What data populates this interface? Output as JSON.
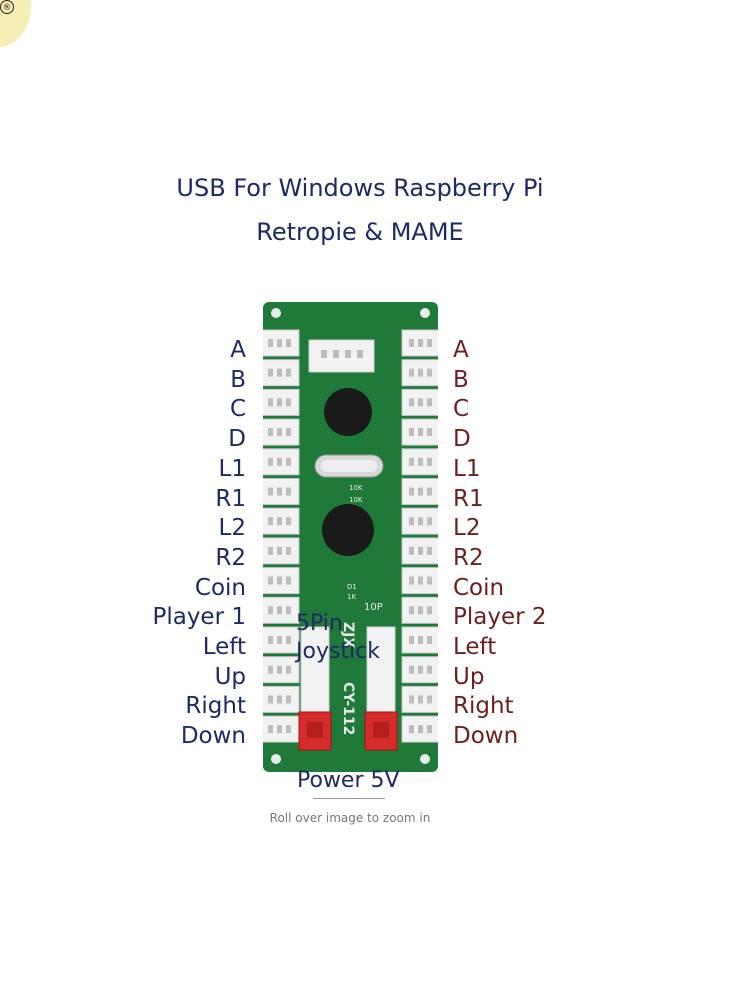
{
  "logo": {
    "mark": "®"
  },
  "header": {
    "line1": "USB For Windows Raspberry Pi",
    "line2": "Retropie & MAME"
  },
  "left_labels": [
    "A",
    "B",
    "C",
    "D",
    "L1",
    "R1",
    "L2",
    "R2",
    "Coin",
    "Player 1",
    "Left",
    "Up",
    "Right",
    "Down"
  ],
  "right_labels": [
    "A",
    "B",
    "C",
    "D",
    "L1",
    "R1",
    "L2",
    "R2",
    "Coin",
    "Player 2",
    "Left",
    "Up",
    "Right",
    "Down"
  ],
  "board": {
    "silk_model": "CY-112",
    "silk_brand": "ZJX",
    "joystick_label_line1": "5Pin",
    "joystick_label_line2": "Joystick",
    "power_label": "Power 5V"
  },
  "caption": "Roll over image to zoom in",
  "colors": {
    "left_text": "#1e2a63",
    "right_text": "#6b1f1f",
    "pcb_green": "#1f7a3a",
    "connector": "#f2f2f2",
    "red_connector": "#d62b2b"
  }
}
